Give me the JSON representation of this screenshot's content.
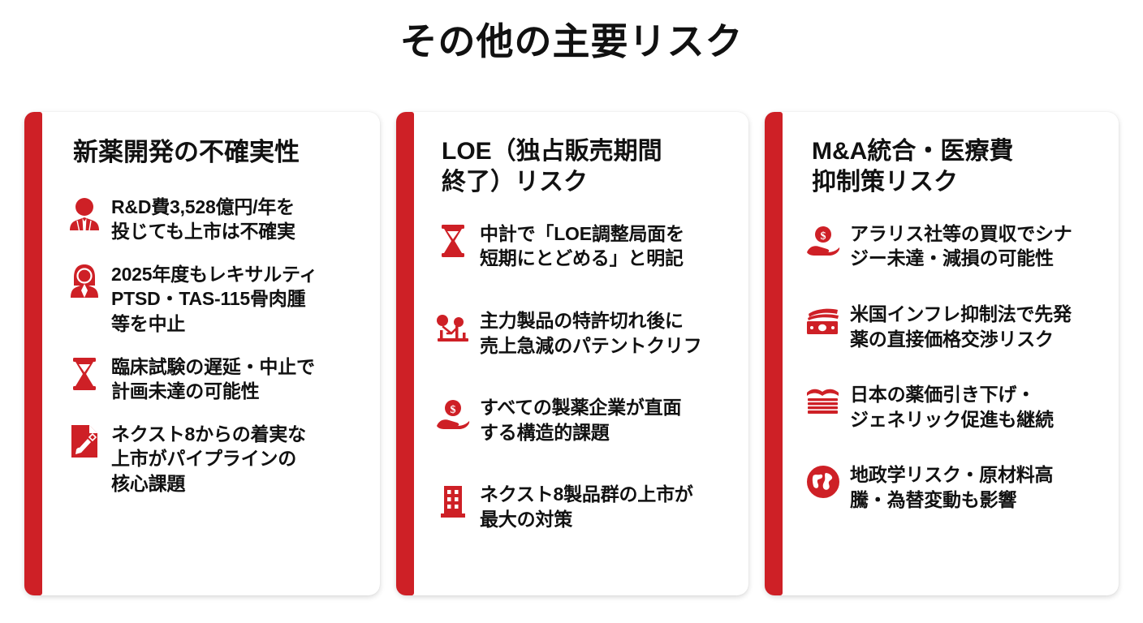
{
  "page": {
    "title": "その他の主要リスク",
    "accent_color": "#CE2026",
    "text_color": "#111111",
    "background_color": "#FFFFFF"
  },
  "cards": [
    {
      "title": "新薬開発の不確実性",
      "items": [
        {
          "icon": "businessman-icon",
          "text": "R&D費3,528億円/年を\n投じても上市は不確実"
        },
        {
          "icon": "female-researcher-icon",
          "text": "2025年度もレキサルティ\nPTSD・TAS-115骨肉腫\n等を中止"
        },
        {
          "icon": "hourglass-icon",
          "text": "臨床試験の遅延・中止で\n計画未達の可能性"
        },
        {
          "icon": "document-pen-icon",
          "text": "ネクスト8からの着実な\n上市がパイプラインの\n核心課題"
        }
      ]
    },
    {
      "title": "LOE（独占販売期間\n終了）リスク",
      "items": [
        {
          "icon": "hourglass-icon",
          "text": "中計で「LOE調整局面を\n短期にとどめる」と明記"
        },
        {
          "icon": "declining-chart-icon",
          "text": "主力製品の特許切れ後に\n売上急減のパテントクリフ"
        },
        {
          "icon": "hand-coin-icon",
          "text": "すべての製薬企業が直面\nする構造的課題"
        },
        {
          "icon": "building-icon",
          "text": "ネクスト8製品群の上市が\n最大の対策"
        }
      ]
    },
    {
      "title": "M&A統合・医療費\n抑制策リスク",
      "items": [
        {
          "icon": "hand-coin-icon",
          "text": "アラリス社等の買収でシナ\nジー未達・減損の可能性"
        },
        {
          "icon": "banknote-icon",
          "text": "米国インフレ抑制法で先発\n薬の直接価格交渉リスク"
        },
        {
          "icon": "stacked-books-icon",
          "text": "日本の薬価引き下げ・\nジェネリック促進も継続"
        },
        {
          "icon": "globe-icon",
          "text": "地政学リスク・原材料高\n騰・為替変動も影響"
        }
      ]
    }
  ]
}
